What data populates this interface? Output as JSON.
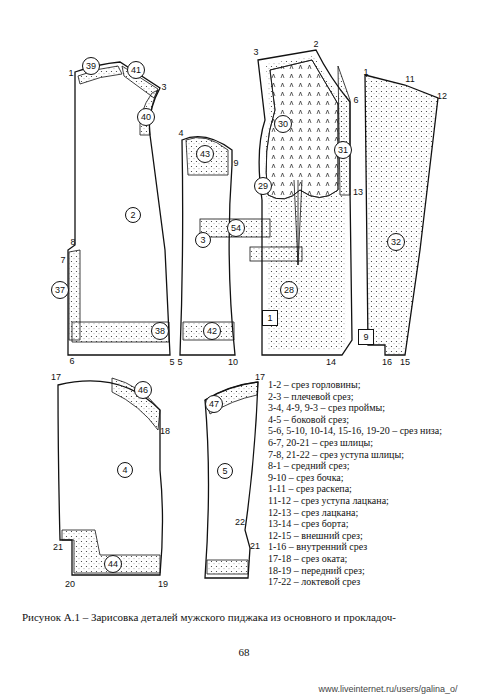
{
  "diagram": {
    "caption": "Рисунок А.1 – Зарисовка деталей мужского пиджака из основного и прокладоч-",
    "nodes": [
      {
        "text": [
          "39"
        ]
      },
      {
        "text": [
          "41"
        ]
      },
      {
        "text": [
          "40"
        ]
      },
      {
        "text": [
          "2"
        ]
      },
      {
        "text": [
          "37"
        ]
      },
      {
        "text": [
          "38"
        ]
      },
      {
        "text": [
          "43"
        ]
      },
      {
        "text": [
          "3"
        ]
      },
      {
        "text": [
          "54"
        ]
      },
      {
        "text": [
          "42"
        ]
      },
      {
        "text": [
          "31"
        ]
      },
      {
        "text": [
          "30"
        ]
      },
      {
        "text": [
          "29"
        ]
      },
      {
        "text": [
          "28"
        ]
      },
      {
        "text": [
          "1"
        ]
      },
      {
        "text": [
          "32"
        ]
      },
      {
        "text": [
          "9"
        ]
      },
      {
        "text": [
          "46"
        ]
      },
      {
        "text": [
          "4"
        ]
      },
      {
        "text": [
          "44"
        ]
      },
      {
        "text": [
          "47"
        ]
      },
      {
        "text": [
          "5"
        ]
      }
    ],
    "labels": [
      "1",
      "3",
      "8",
      "7",
      "6",
      "5",
      "4",
      "9",
      "5",
      "10",
      "3",
      "2",
      "6",
      "13",
      "14",
      "1",
      "11",
      "12",
      "16",
      "15",
      "17",
      "18",
      "21",
      "20",
      "19",
      "17",
      "22",
      "21",
      "68",
      "www.liveinternet.ru/users/galina_o/",
      "1-2 – срез горловины;",
      "2-3 – плечевой срез;",
      "3-4, 4-9, 9-3 – срез проймы;",
      "4-5 – боковой срез;",
      "5-6, 5-10, 10-14, 15-16, 19-20 – срез низа;",
      "6-7, 20-21 – срез шлицы;",
      "7-8, 21-22 – срез уступа шлицы;",
      "8-1 – средний срез;",
      "9-10 – срез бочка;",
      "1-11 – срез раскепа;",
      "11-12 – срез уступа лацкана;",
      "12-13 – срез лацкана;",
      "13-14 – срез борта;",
      "12-15 – внешний срез;",
      "1-16 – внутренний срез",
      "17-18 – срез оката;",
      "18-19 – передний срез;",
      "17-22 – локтевой срез"
    ]
  }
}
